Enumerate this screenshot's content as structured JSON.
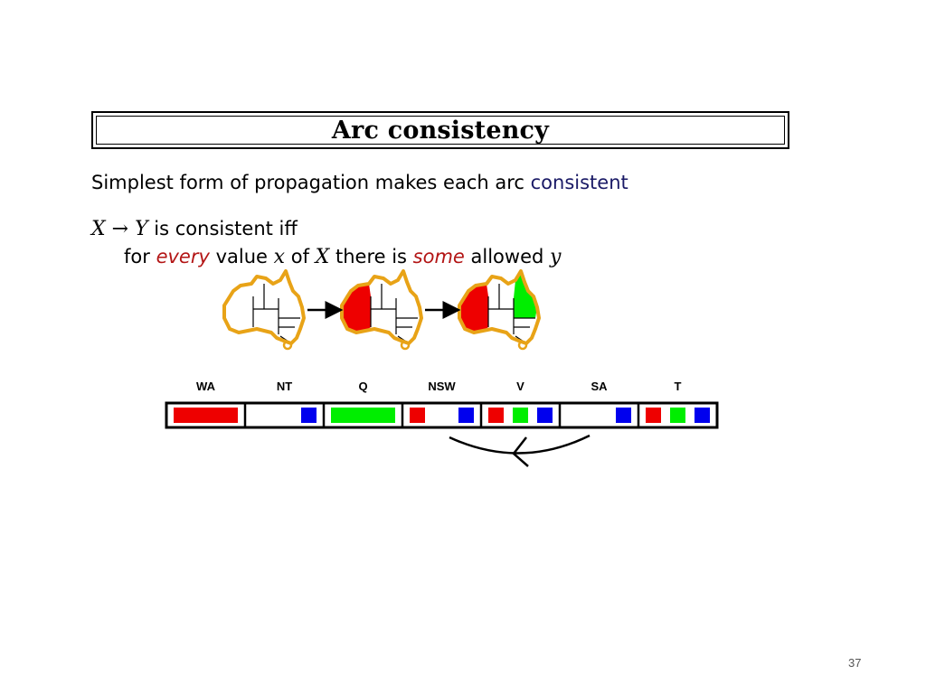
{
  "slide": {
    "title": "Arc consistency",
    "line1_prefix": "Simplest form of propagation makes each arc ",
    "line1_highlight": "consistent",
    "line2_x": "X",
    "line2_arrow": " → ",
    "line2_y": "Y",
    "line2_rest": " is consistent iff",
    "line3_for": "for ",
    "line3_every": "every",
    "line3_value": " value ",
    "line3_x": "x",
    "line3_of": " of ",
    "line3_X": "X",
    "line3_there": " there is ",
    "line3_some": "some",
    "line3_allowed": " allowed ",
    "line3_y": "y",
    "page_number": "37"
  },
  "colors": {
    "red": "#ee0000",
    "green": "#00ee00",
    "blue": "#0000ee",
    "map_outline": "#e8a317"
  },
  "domains": [
    {
      "name": "WA",
      "values": [
        "red"
      ],
      "wide": true
    },
    {
      "name": "NT",
      "values": [
        "blue"
      ]
    },
    {
      "name": "Q",
      "values": [
        "green"
      ],
      "wide": true
    },
    {
      "name": "NSW",
      "values": [
        "red",
        "blue"
      ]
    },
    {
      "name": "V",
      "values": [
        "red",
        "green",
        "blue"
      ]
    },
    {
      "name": "SA",
      "values": [
        "blue"
      ]
    },
    {
      "name": "T",
      "values": [
        "red",
        "green",
        "blue"
      ]
    }
  ],
  "maps": [
    {
      "wa_fill": "none",
      "q_fill": "none"
    },
    {
      "wa_fill": "red",
      "q_fill": "none"
    },
    {
      "wa_fill": "red",
      "q_fill": "green"
    }
  ]
}
